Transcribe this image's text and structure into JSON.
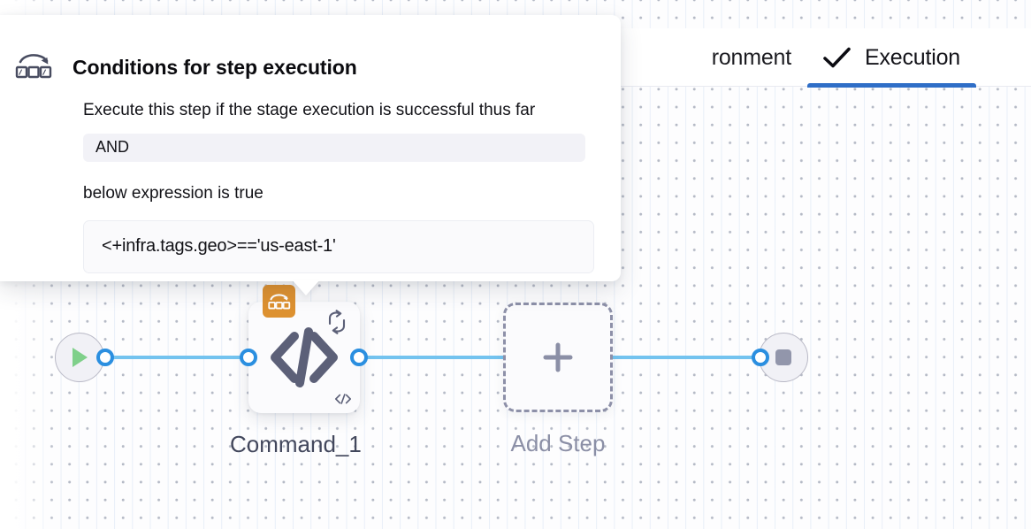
{
  "tabs": [
    {
      "label": "ronment",
      "icon": "none",
      "active": false,
      "partial": true
    },
    {
      "label": "Execution",
      "icon": "check-icon",
      "active": true,
      "partial": false
    }
  ],
  "popover": {
    "icon": "conditional-execution-icon",
    "title": "Conditions for step execution",
    "line_1": "Execute this step if the stage execution is successful thus far",
    "operator_value": "AND",
    "line_2": "below expression is true",
    "expression_value": "<+infra.tags.geo>=='us-east-1'"
  },
  "graph": {
    "start_node": {
      "icon": "play-icon"
    },
    "end_node": {
      "icon": "stop-icon"
    },
    "command_node": {
      "label": "Command_1",
      "main_icon": "code-icon",
      "badge_icon": "conditional-execution-icon",
      "retry_icon": "loop-icon",
      "type_icon": "code-icon"
    },
    "add_step_node": {
      "label": "Add Step",
      "icon": "plus-icon"
    }
  },
  "colors": {
    "accent_blue": "#2f6ec7",
    "connector_blue": "#73c3ef",
    "port_blue": "#2b8fe0",
    "badge_orange": "#dd9130",
    "play_green": "#7fd08a",
    "node_icon_slate": "#5c6078"
  }
}
